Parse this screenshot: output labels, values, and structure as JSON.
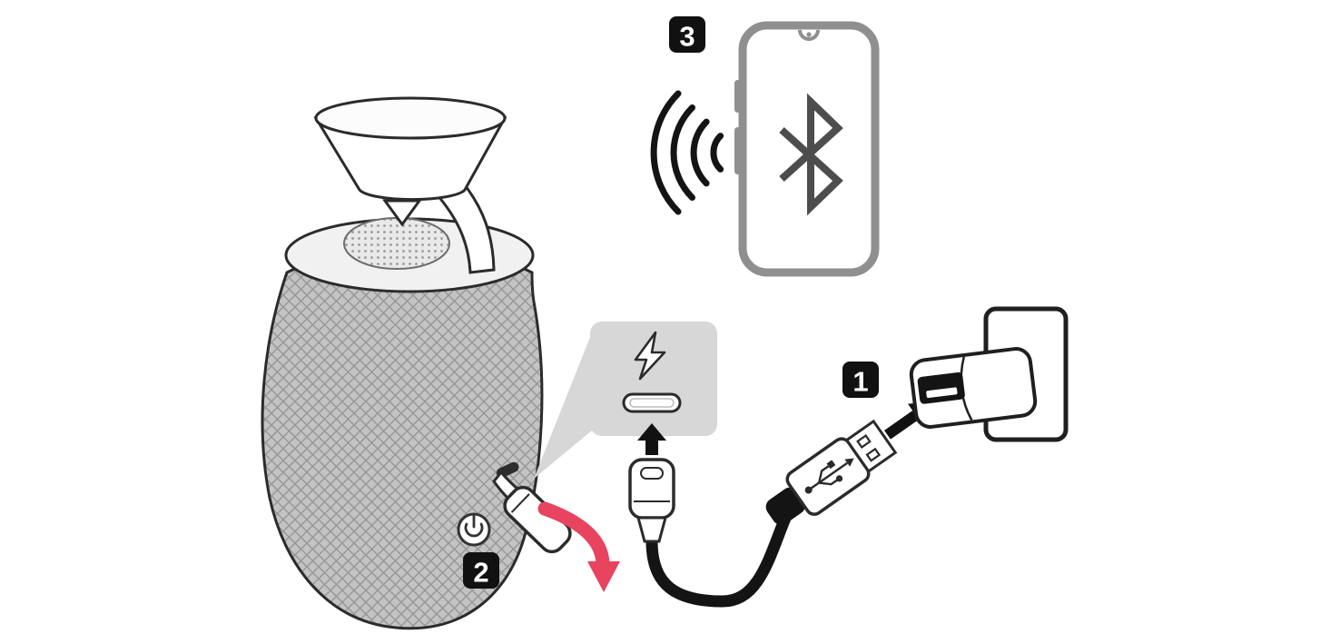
{
  "steps": [
    {
      "badge": "1"
    },
    {
      "badge": "2"
    },
    {
      "badge": "3"
    }
  ],
  "icons": {
    "charging_bolt": "charging-bolt-icon",
    "usb_c_port": "usb-c-port",
    "arrow_up": "arrow-up-icon",
    "usb_trident": "usb-icon",
    "plug_arrow": "arrow-into-port-icon",
    "open_cover_arrow": "curved-arrow-icon",
    "power": "power-icon",
    "bluetooth": "bluetooth-icon",
    "signal_waves": "wireless-signal-icon"
  },
  "colors": {
    "accent_red": "#e8435f",
    "callout_gray": "#d7d7d7",
    "phone_gray": "#8f8f8f",
    "bluetooth_gray": "#4d4d4d",
    "outline_black": "#1a1a1a",
    "fabric_gray": "#c3c3c3"
  }
}
